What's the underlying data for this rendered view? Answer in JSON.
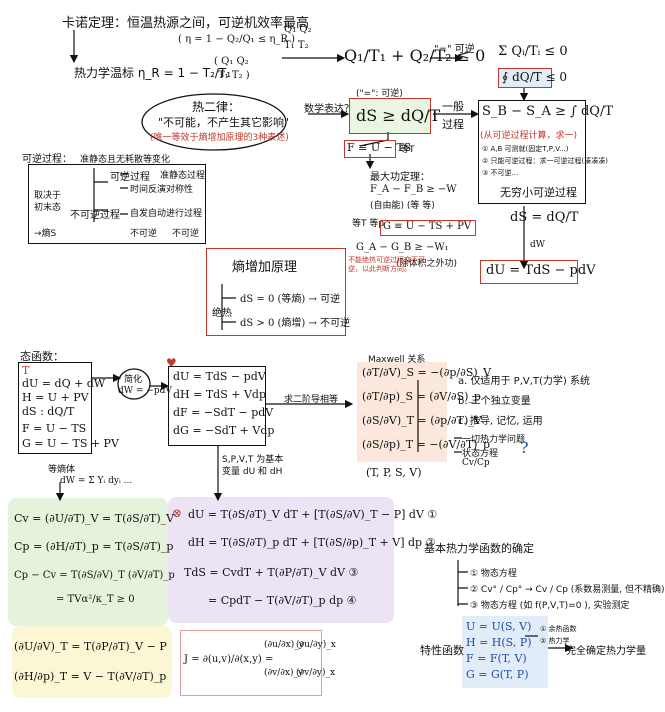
{
  "carnot": {
    "title": "卡诺定理：恒温热源之间，可逆机效率最高",
    "eff_formula": "( η = 1 − Q₂/Q₁ ≤ η_R )",
    "kelvin_label": "热力学温标  η_R = 1 − T₂/T₁",
    "q_ratio_top": "Q₁  Q₂",
    "q_ratio_bot": "T₁  T₂",
    "q_ratio2_top": "( Q₁  Q₂",
    "q_ratio2_bot": "T₁  T₂ )"
  },
  "clausius": {
    "ineq": "Q₁/T₁ + Q₂/T₂ ≤ 0",
    "note": "\"=\" 可逆",
    "sum": "Σ Qᵢ/Tᵢ ≤ 0",
    "cyclic": "∮ dQ/T ≤ 0"
  },
  "second_law": {
    "title": "热二律：",
    "statement": "\"不可能，不产生其它影响\"",
    "note": "(唯一等效于熵增加原理的3种表述)",
    "arrow_label": "数学表达？",
    "sign_top": "(\"=\": 可逆)"
  },
  "entropy": {
    "def": "dS ≥ dQ/T",
    "general": "一般\n过程",
    "integral": "S_B − S_A ≥ ∫ dQ/T",
    "integral_note": "(从可逆过程计算，求一)",
    "sub1": "① A,B 可测就(固定T,P,V...)",
    "sub2": "② 只能可逆过程：求一可逆过程(凑凑凑)",
    "sub3": "③ 不可逆...",
    "infinitesimal": "无穷小可逆过程",
    "ds_rev": "dS = dQ/T",
    "dq_sub": "dW",
    "du": "dU = TdS − pdV"
  },
  "free_energy": {
    "F_def": "F ≡ U − TS",
    "F_cond": "等T",
    "max_work": "最大功定理：",
    "max_work_eq": "F_A − F_B ≥ −W",
    "max_work_sub": "(自由能)      (等 等)",
    "G_cond": "等T 等p",
    "G_def": "G ≡ U − TS + PV",
    "G_ineq": "G_A − G_B ≥ −W₁",
    "G_sub": "(除体积之外功)"
  },
  "reversible_box": {
    "title": "可逆过程：",
    "title_note": "准静态且无耗散等变化",
    "left_top": "取决于",
    "left_mid": "初末态",
    "left_bot": "→熵S",
    "r1": "可逆过程",
    "r1a": "准静态过程",
    "r1b": "时间反演对称性",
    "r2": "不可逆过程",
    "r2a": "自发自动进行过程",
    "r3": "不可逆",
    "r3a": "不可逆"
  },
  "entropy_principle": {
    "title": "熵增加原理",
    "left": "绝热",
    "line1": "dS = 0 (等熵)  → 可逆",
    "line2": "dS > 0 (熵增)  → 不可逆",
    "note": "不能绝热可逆过程变不可逆，以此判断方向。"
  },
  "state_functions": {
    "title": "态函数：",
    "T": "T",
    "dU": "dU = dQ + dW",
    "H": "H = U + PV",
    "dS": "dS : dQ/T",
    "F": "F = U − TS",
    "G": "G = U − TS + PV",
    "bubble_top": "简化",
    "bubble": "dW = −pdV",
    "below": "等熵体",
    "below2": "dW = Σ Yᵢ dyᵢ ..."
  },
  "thermo_eqs": {
    "dU": "dU = TdS − pdV",
    "dH": "dH = TdS + Vdp",
    "dF": "dF = −SdT − pdV",
    "dG": "dG = −SdT + Vdp",
    "arrow_label": "求二阶导相等",
    "below": "S,P,V,T 为基本",
    "below2": "变量 dU 和 dH"
  },
  "maxwell": {
    "title": "Maxwell 关系",
    "r1": "(∂T/∂V)_S = −(∂p/∂S)_V",
    "r2": "(∂T/∂p)_S = (∂V/∂S)_p",
    "r3": "(∂S/∂V)_T = (∂p/∂T)_V",
    "r4": "(∂S/∂p)_T = −(∂V/∂T)_p",
    "vars": "(T, P, S, V)",
    "note_a": "a. 仅适用于 P,V,T(力学) 系统",
    "note_b": "b. 三个独立变量",
    "note_c": "c. 推导, 记忆, 运用",
    "note_d": "一切热力学问题",
    "note_e": "状态方程",
    "note_f": "Cv/Cp",
    "question": "?"
  },
  "derived": {
    "dU": "dU = T(∂S/∂T)_V dT + [T(∂S/∂V)_T − P] dV ①",
    "dH": "dH = T(∂S/∂T)_p dT + [T(∂S/∂p)_T + V] dp ②",
    "TdS1": "TdS = CvdT + T(∂P/∂T)_V dV ③",
    "TdS2": "= CpdT − T(∂V/∂T)_p dp ④"
  },
  "heat_caps": {
    "cv": "Cv = (∂U/∂T)_V = T(∂S/∂T)_V",
    "cp": "Cp = (∂H/∂T)_p = T(∂S/∂T)_p",
    "diff": "Cp − Cv = T(∂S/∂V)_T (∂V/∂T)_p",
    "diff2": "= TVα²/κ_T ≥ 0",
    "u": "(∂U/∂V)_T = T(∂P/∂T)_V − P",
    "h": "(∂H/∂p)_T = V − T(∂V/∂T)_p"
  },
  "jacobian": {
    "lhs": "J = ∂(u,v)/∂(x,y) =",
    "a": "(∂u/∂x)_y",
    "b": "(∂u/∂y)_x",
    "c": "(∂v/∂x)_y",
    "d": "(∂v/∂y)_x"
  },
  "experiment": {
    "title": "基本热力学函数的确定",
    "l1": "① 物态方程",
    "l2": "② Cv° / Cp° → Cv / Cp (系数易测量, 但不精确)",
    "l3": "③ 物态方程 (如 f(P,V,T)=0 ), 实验测定"
  },
  "characteristic": {
    "label": "特性函数",
    "U": "U = U(S, V)",
    "H": "H = H(S, P)",
    "F": "F = F(T, V)",
    "G": "G = G(T, P)",
    "r1": "① 余热函数",
    "r2": "② 热力学",
    "result": "完全确定热力学量"
  },
  "colors": {
    "red": "#c0392b",
    "blue": "#1f4fa0",
    "green": "#e6f3dc",
    "purple": "#ece4f5",
    "peach": "#fbe7dc",
    "lightblue": "#e2ecf8",
    "yellow": "#fbf7d5"
  }
}
